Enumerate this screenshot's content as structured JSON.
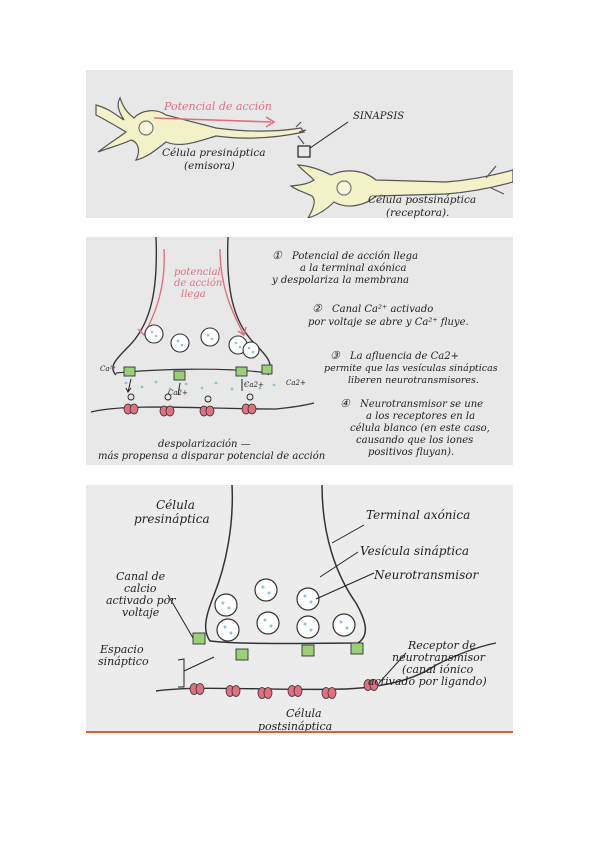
{
  "panel1": {
    "arrow_label": "Potencial de acción",
    "synapse_label": "SINAPSIS",
    "pre_cell": [
      "Célula presináptica",
      "(emisora)"
    ],
    "post_cell": [
      "Célula postsináptica",
      "(receptora)."
    ]
  },
  "panel2": {
    "arrival_label": [
      "potencial",
      "de acción",
      "llega"
    ],
    "steps": [
      {
        "num": "①",
        "lines": [
          "Potencial de acción llega",
          "a la terminal axónica",
          "y despolariza la membrana"
        ]
      },
      {
        "num": "②",
        "lines": [
          "Canal Ca²⁺ activado",
          "por voltaje se abre y  Ca²⁺ fluye."
        ]
      },
      {
        "num": "③",
        "lines": [
          "La afluencia de Ca2+",
          "permite que las vesículas sinápticas",
          "liberen neurotransmisores."
        ]
      },
      {
        "num": "④",
        "lines": [
          "Neurotransmisor se une",
          "a los receptores en la",
          "célula blanco (en este caso,",
          "causando que los iones",
          "positivos fluyan)."
        ]
      }
    ],
    "ion_labels": [
      "Ca²⁺",
      "Ca2+",
      "Ca2+",
      "Ca2+"
    ],
    "caption": [
      "despolarización —",
      "más propensa a disparar potencial de acción"
    ]
  },
  "panel3": {
    "pre_cell": [
      "Célula",
      "presináptica"
    ],
    "terminal": "Terminal axónica",
    "vesicle": "Vesícula sináptica",
    "neurotransmitter": "Neurotransmisor",
    "calcium_channel": [
      "Canal de",
      "calcio",
      "activado por",
      "voltaje"
    ],
    "cleft": [
      "Espacio",
      "sináptico"
    ],
    "receptor": [
      "Receptor de",
      "neurotransmisor",
      "(canal iónico",
      "activado por ligando)"
    ],
    "post_cell": [
      "Célula",
      "postsináptica"
    ]
  },
  "colors": {
    "accent_pink": "#e0707e",
    "channel_green": "#9ccf7a",
    "vesicle_blue": "#8cc4dd",
    "cell_yellow": "#f3f1c8"
  }
}
